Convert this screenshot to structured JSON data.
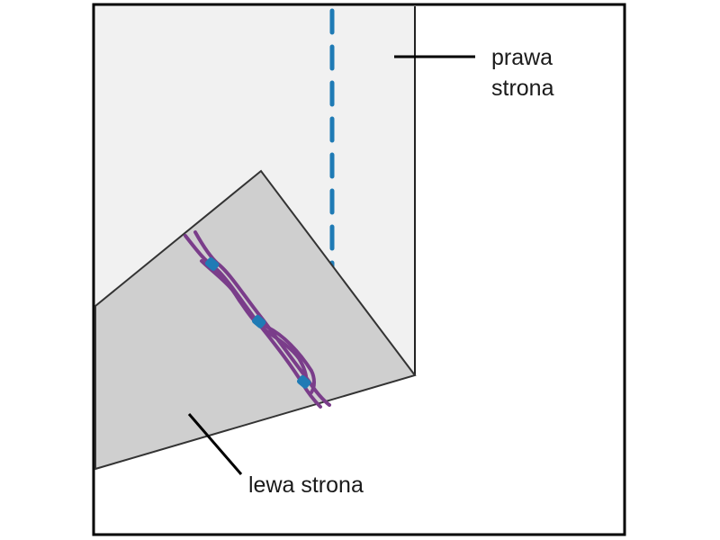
{
  "labels": {
    "right_side_line1": "prawa",
    "right_side_line2": "strona",
    "wrong_side": "lewa strona"
  },
  "colors": {
    "frame": "#000000",
    "right_side_fabric": "#f1f1f1",
    "wrong_side_fabric": "#cfcfcf",
    "fold_edge": "#333333",
    "stitch_blue": "#1f7bb5",
    "thread_purple": "#7a3d8a"
  }
}
